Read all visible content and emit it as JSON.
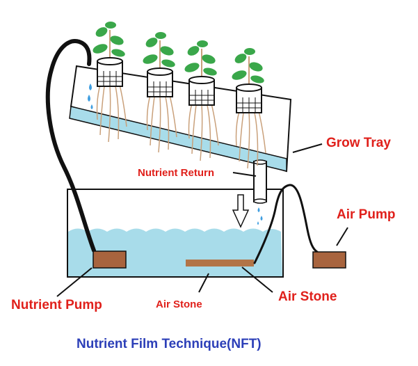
{
  "title": "Nutrient Film Technique(NFT)",
  "labels": {
    "grow_tray": "Grow Tray",
    "nutrient_return": "Nutrient Return",
    "air_pump": "Air Pump",
    "nutrient_pump": "Nutrient Pump",
    "air_stone_small": "Air Stone",
    "air_stone_large": "Air Stone"
  },
  "colors": {
    "label_red": "#e0201b",
    "title_blue": "#2c3fb8",
    "water": "#a8dcea",
    "pump_brown": "#a8643e",
    "air_stone_brown": "#b27447",
    "leaf_green": "#3aa74a",
    "root_tan": "#c9a07a"
  },
  "plant_count": 4
}
